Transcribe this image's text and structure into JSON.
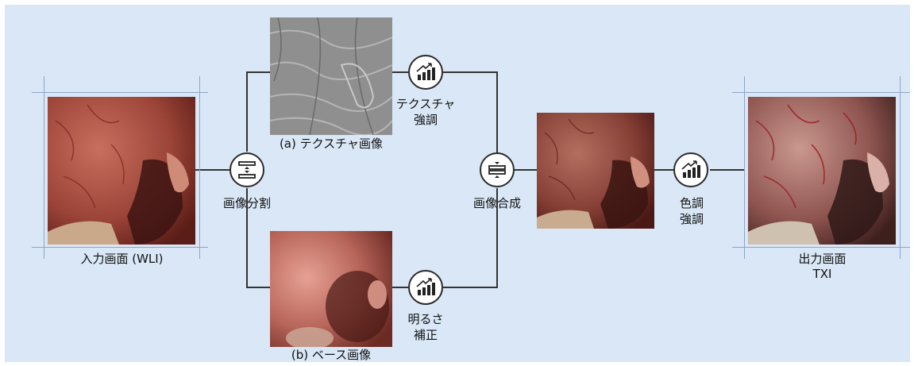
{
  "input": {
    "caption": "入力画面 (WLI)"
  },
  "output": {
    "caption_line1": "出力画面",
    "caption_line2": "TXI"
  },
  "texture": {
    "caption": "(a) テクスチャ画像"
  },
  "base": {
    "caption": "(b) ベース画像"
  },
  "steps": {
    "split": "画像分割",
    "merge": "画像合成",
    "texture_enhance_line1": "テクスチャ",
    "texture_enhance_line2": "強調",
    "brightness_line1": "明るさ",
    "brightness_line2": "補正",
    "color_line1": "色調",
    "color_line2": "強調"
  },
  "icons": {
    "split": "split-icon",
    "merge": "merge-icon",
    "enhance": "bar-chart-trend-icon"
  },
  "colors": {
    "background": "#d9e7f6",
    "line": "#333333",
    "guide": "#8fa3c8"
  }
}
